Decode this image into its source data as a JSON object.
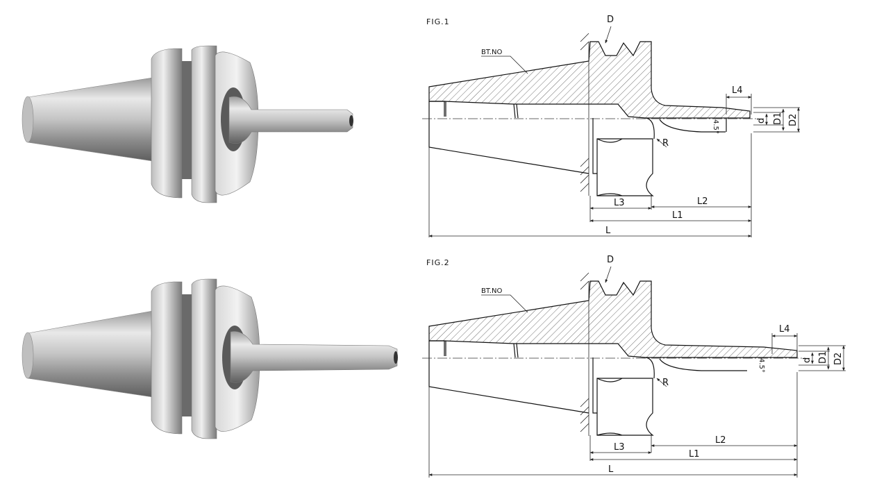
{
  "figures": [
    {
      "title": "FIG.1",
      "labels": {
        "d": "D",
        "bt": "BT.NO",
        "l4": "L4",
        "small_d": "d",
        "d1": "D1",
        "d2": "D2",
        "angle": "4.5°",
        "r": "R",
        "l3": "L3",
        "l2": "L2",
        "l1": "L1",
        "l": "L"
      }
    },
    {
      "title": "FIG.2",
      "labels": {
        "d": "D",
        "bt": "BT.NO",
        "l4": "L4",
        "small_d": "d",
        "d1": "D1",
        "d2": "D2",
        "angle": "4.5°",
        "r": "R",
        "l3": "L3",
        "l2": "L2",
        "l1": "L1",
        "l": "L"
      }
    }
  ],
  "photos": [
    {
      "name": "tool-holder-short"
    },
    {
      "name": "tool-holder-long"
    }
  ],
  "colors": {
    "line": "#111111",
    "metal_light": "#e6e6e6",
    "metal_dark": "#6f6f6f"
  }
}
